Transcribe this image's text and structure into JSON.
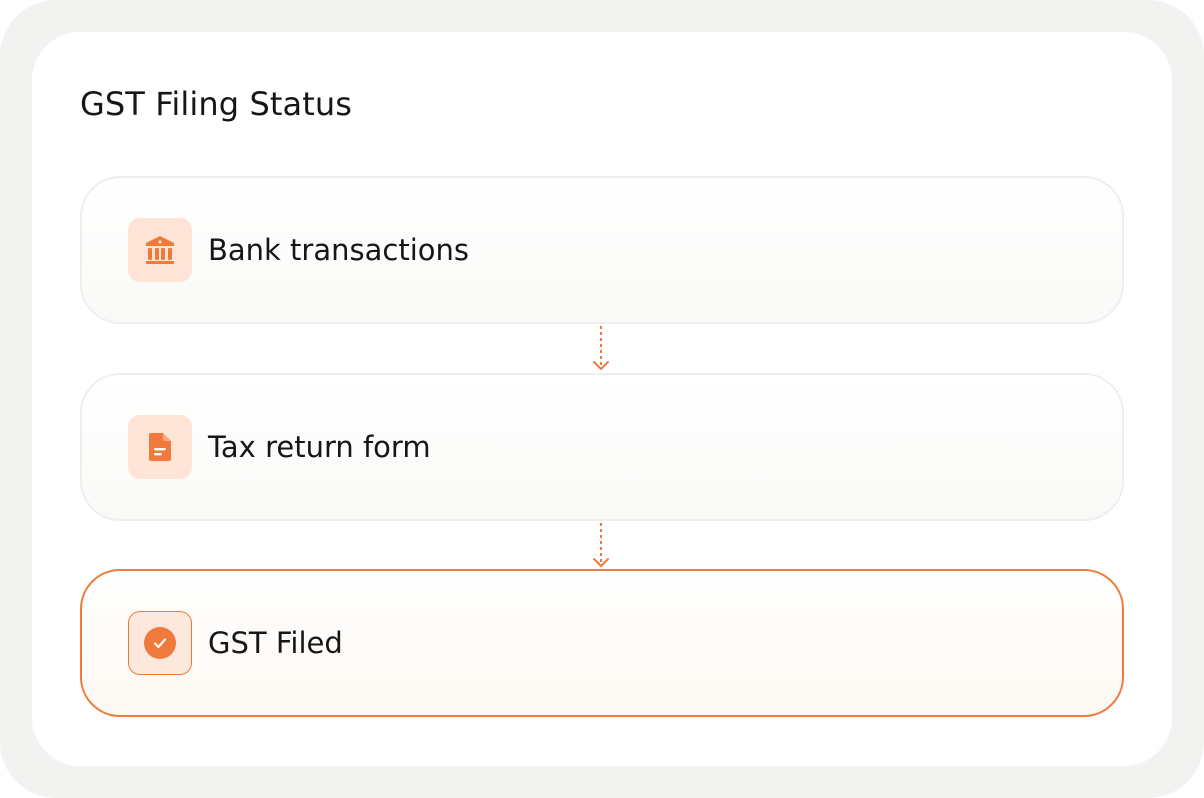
{
  "page": {
    "title": "GST Filing Status"
  },
  "steps": [
    {
      "label": "Bank transactions",
      "icon": "bank-icon",
      "active": false
    },
    {
      "label": "Tax return form",
      "icon": "document-icon",
      "active": false
    },
    {
      "label": "GST Filed",
      "icon": "check-circle-icon",
      "active": true
    }
  ],
  "colors": {
    "accent": "#f07a3c",
    "icon_tile_bg": "#fde4d6",
    "text": "#161616",
    "card_border": "#eeeeec",
    "frame_bg": "#f2f2f0"
  }
}
